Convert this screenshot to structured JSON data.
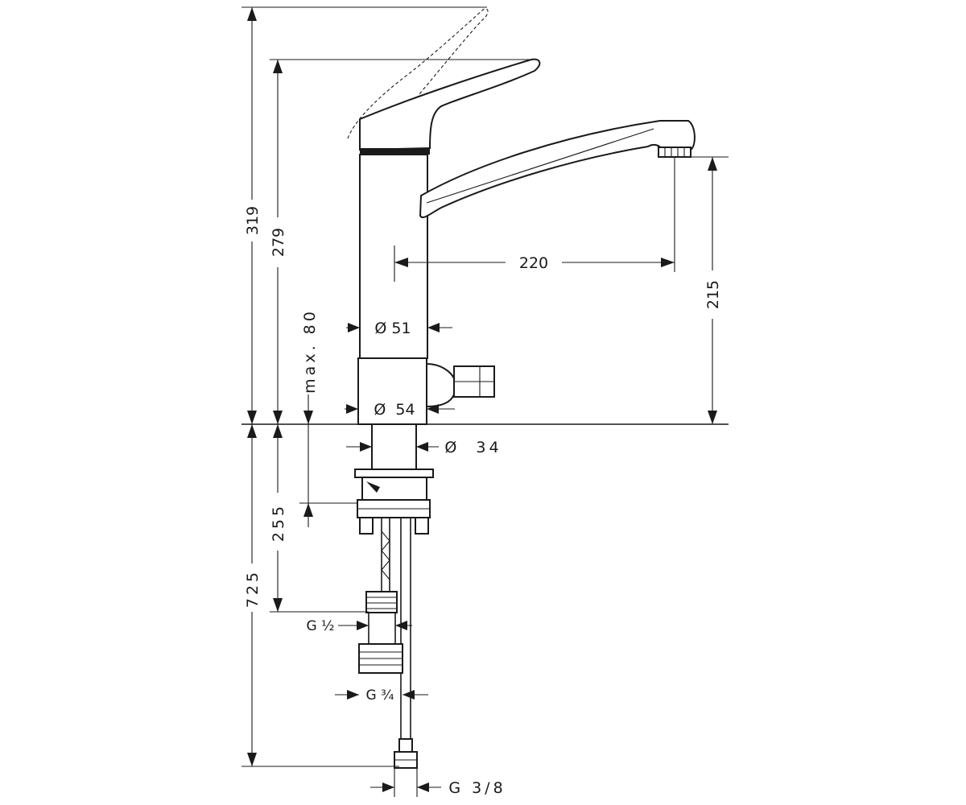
{
  "dimensions": {
    "total_height_above_deck": "319",
    "body_height_above_deck": "279",
    "spout_reach": "220",
    "spout_outlet_height": "215",
    "body_diameter": "Ø 51",
    "base_diameter": "Ø  54",
    "max_deck_thickness": "max. 80",
    "shank_diameter": "Ø  34",
    "shank_length": "255",
    "hose_length": "725",
    "thread_half": "G ½",
    "thread_three_quarter": "G ¾",
    "thread_three_eighth": "G 3/8"
  }
}
